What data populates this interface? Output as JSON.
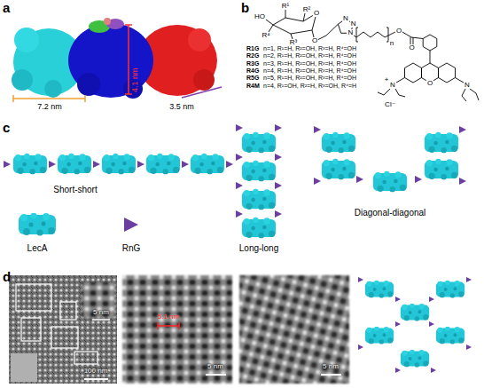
{
  "diagram": {
    "labels": [
      "a",
      "7.2 nm",
      "4.1 nm",
      "3.5 nm",
      "b",
      "HO",
      "R¹",
      "R²",
      "R³",
      "R⁴",
      "O",
      "O",
      "N",
      "N",
      "N",
      "n",
      "O",
      "O",
      "O",
      "N",
      "+",
      "Cl⁻",
      "N",
      "R1G",
      "n=1, R¹=H, R²=OH, R³=H, R⁴=OH",
      "R2G",
      "n=2, R¹=H, R²=OH, R³=H, R⁴=OH",
      "R3G",
      "n=3, R¹=H, R²=OH, R³=H, R⁴=OH",
      "R4G",
      "n=4, R¹=H, R²=OH, R³=H, R⁴=OH",
      "R5G",
      "n=5, R¹=H, R²=OH, R³=H, R⁴=OH",
      "R4M",
      "n=4, R¹=OH, R²=H, R³=OH, R⁴=H",
      "c",
      "Short-short",
      "Long-long",
      "Diagonal-diagonal",
      "d",
      "5 nm",
      "100 nm",
      "5.1 nm",
      "5 nm",
      "5 nm"
    ],
    "legend": [
      {
        "text": "LecA"
      },
      {
        "text": "RnG"
      }
    ]
  }
}
